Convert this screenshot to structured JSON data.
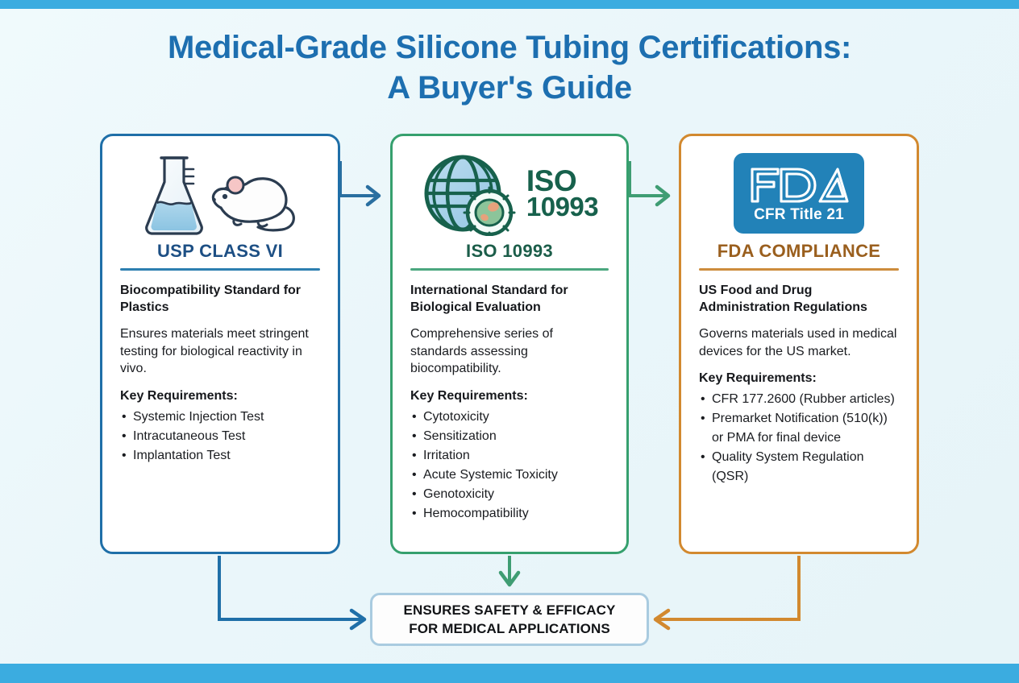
{
  "page": {
    "title_line1": "Medical-Grade Silicone Tubing Certifications:",
    "title_line2": "A Buyer's Guide",
    "accent_top_bar": "#3bace0",
    "accent_bottom_bar": "#3bace0",
    "background": "#eaf6fa"
  },
  "cards": [
    {
      "id": "usp",
      "icon_name": "flask-and-mouse-icon",
      "title": "USP CLASS VI",
      "title_color": "#1d4f84",
      "border_color": "#1f6fa8",
      "subtitle": "Biocompatibility Standard for Plastics",
      "description": "Ensures materials meet stringent testing for biological reactivity in vivo.",
      "requirements_heading": "Key Requirements:",
      "requirements": [
        "Systemic Injection Test",
        "Intracutaneous Test",
        "Implantation Test"
      ]
    },
    {
      "id": "iso",
      "icon_name": "globe-and-cell-icon",
      "icon_label_line1": "ISO",
      "icon_label_line2": "10993",
      "title": "ISO 10993",
      "title_color": "#1b5d49",
      "border_color": "#36a06e",
      "subtitle": "International Standard for Biological Evaluation",
      "description": "Comprehensive series of standards assessing biocompatibility.",
      "requirements_heading": "Key Requirements:",
      "requirements": [
        "Cytotoxicity",
        "Sensitization",
        "Irritation",
        "Acute Systemic Toxicity",
        "Genotoxicity",
        "Hemocompatibility"
      ]
    },
    {
      "id": "fda",
      "icon_name": "fda-badge-icon",
      "icon_badge_text": "FDA",
      "icon_badge_subtext": "CFR Title 21",
      "title": "FDA COMPLIANCE",
      "title_color": "#9a5f1e",
      "border_color": "#d2892f",
      "subtitle": "US Food and Drug Administration Regulations",
      "description": "Governs materials used in medical devices for the US market.",
      "requirements_heading": "Key Requirements:",
      "requirements": [
        "CFR 177.2600 (Rubber articles)",
        "Premarket Notification (510(k)) or PMA for final device",
        "Quality System Regulation (QSR)"
      ]
    }
  ],
  "result": {
    "line1": "ENSURES SAFETY & EFFICACY",
    "line2": "FOR MEDICAL APPLICATIONS",
    "border_color": "#a9cbe0"
  },
  "connectors": {
    "arrow_usp_to_iso_color": "#2a6fa0",
    "arrow_iso_to_fda_color": "#3f9d73",
    "arrow_usp_to_result_color": "#1f6fa8",
    "arrow_iso_to_result_color": "#3f9d73",
    "arrow_fda_to_result_color": "#d2892f"
  }
}
